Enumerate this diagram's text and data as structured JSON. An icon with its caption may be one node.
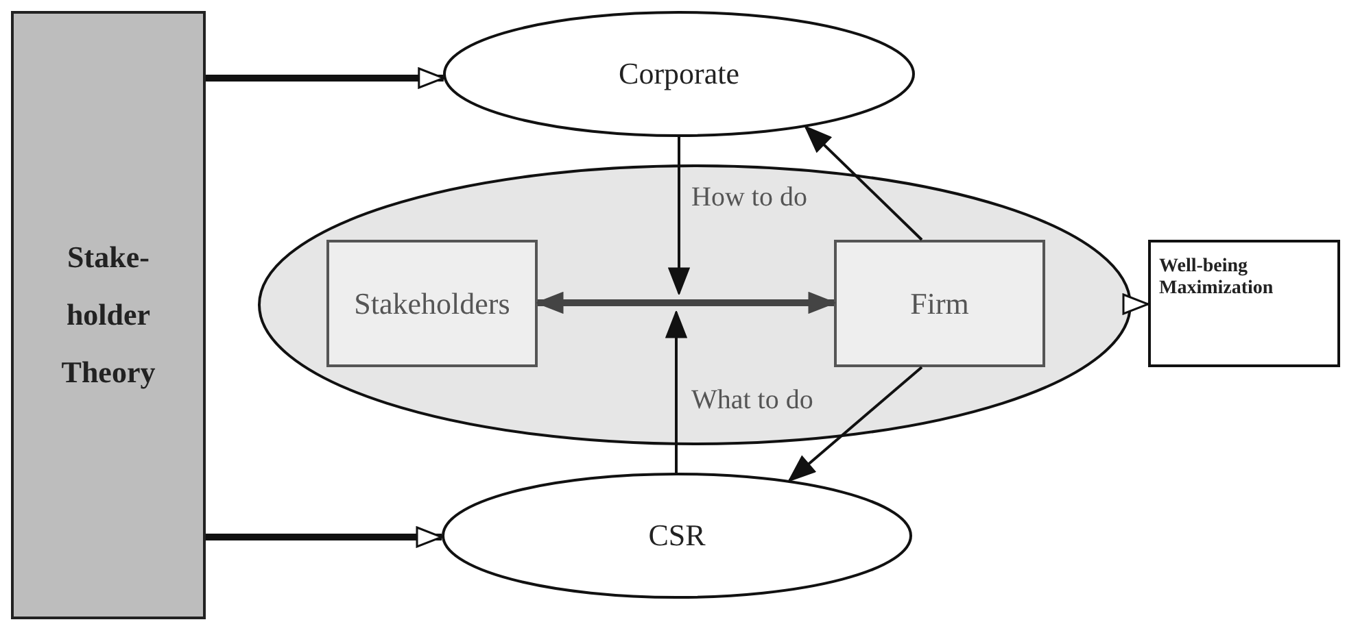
{
  "diagram": {
    "nodes": [
      {
        "text": [
          "Stake-holder Theory"
        ]
      },
      {
        "text": [
          "Corporate"
        ]
      },
      {
        "text": [],
        "shape": "ellipse"
      },
      {
        "text": [
          "Stakeholders"
        ],
        "in": 2
      },
      {
        "text": [
          "Firm"
        ],
        "in": 2
      },
      {
        "text": [
          "Well-being Maximization"
        ]
      },
      {
        "text": [
          "CSR"
        ]
      }
    ],
    "edges": [
      {
        "from": 0,
        "to": 1,
        "arrow": "to",
        "style": "thick"
      },
      {
        "from": 0,
        "to": 6,
        "arrow": "to",
        "style": "thick"
      },
      {
        "from": 3,
        "to": 4,
        "arrow": "both",
        "style": "thick"
      },
      {
        "from": 1,
        "to": null,
        "arrow": "to",
        "label": "How to do"
      },
      {
        "from": 6,
        "to": null,
        "arrow": "to",
        "label": "What to do"
      },
      {
        "from": 4,
        "to": 1,
        "arrow": "to"
      },
      {
        "from": 4,
        "to": 6,
        "arrow": "to"
      },
      {
        "from": 2,
        "to": 5,
        "arrow": "to"
      }
    ]
  }
}
